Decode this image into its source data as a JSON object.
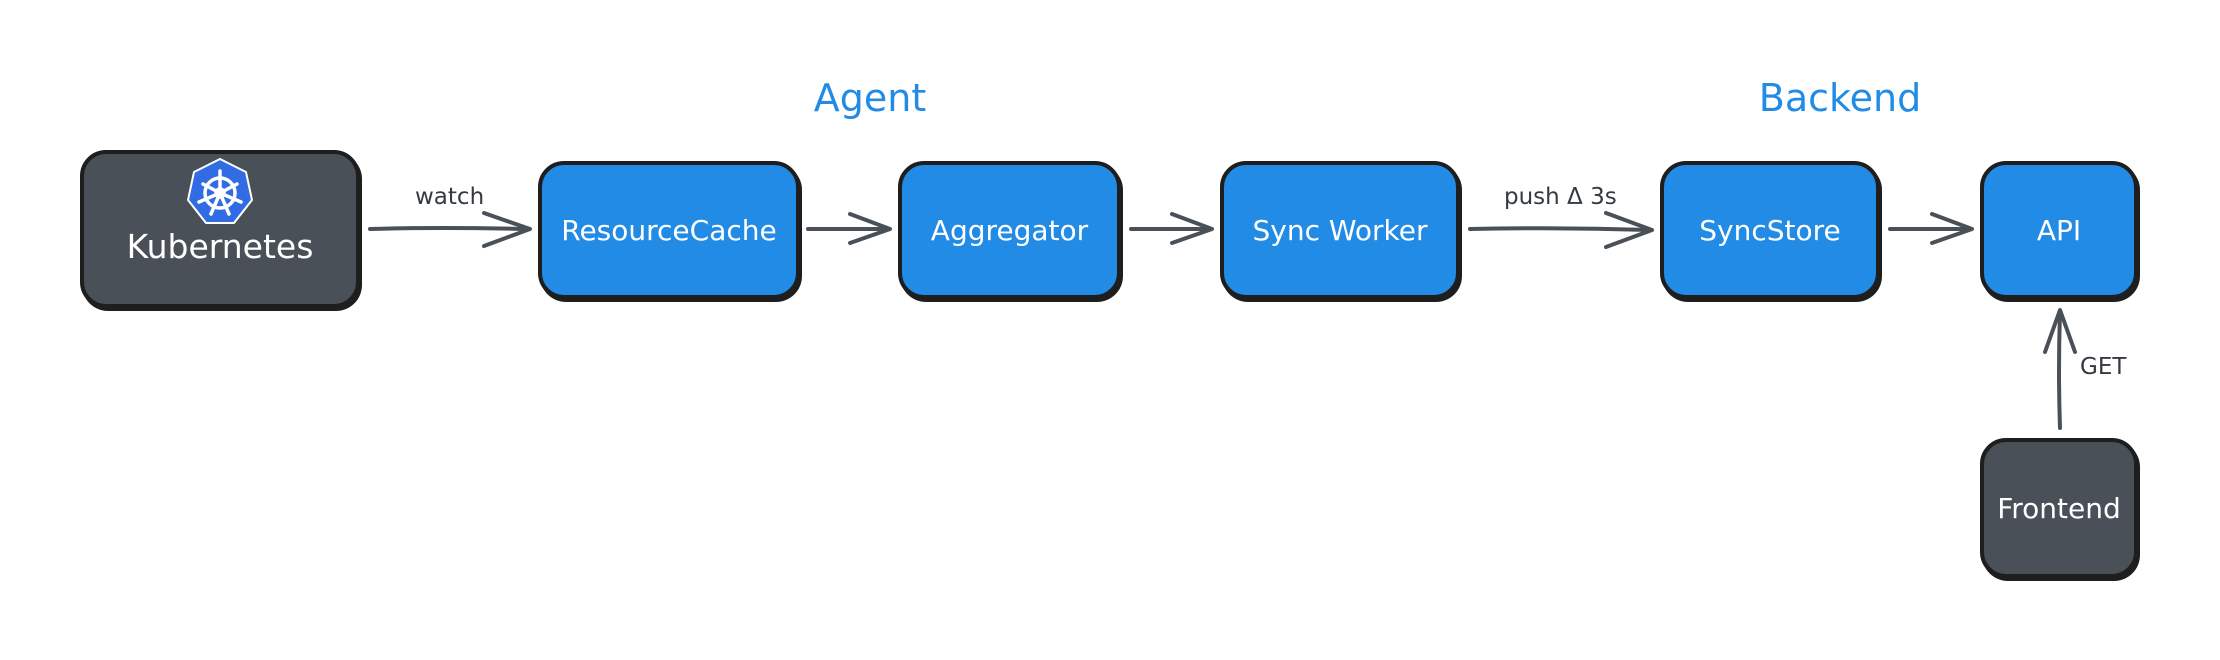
{
  "groups": {
    "agent": "Agent",
    "backend": "Backend"
  },
  "nodes": {
    "kubernetes": "Kubernetes",
    "resource_cache": "ResourceCache",
    "aggregator": "Aggregator",
    "sync_worker": "Sync Worker",
    "sync_store": "SyncStore",
    "api": "API",
    "frontend": "Frontend"
  },
  "edges": {
    "watch": "watch",
    "push": "push Δ 3s",
    "get": "GET"
  },
  "colors": {
    "primary": "#228be6",
    "dark": "#495057",
    "stroke": "#1e1e1e",
    "arrow": "#495057",
    "k8s_logo": "#326ce5"
  },
  "icons": {
    "kubernetes": "kubernetes-helm-icon"
  }
}
